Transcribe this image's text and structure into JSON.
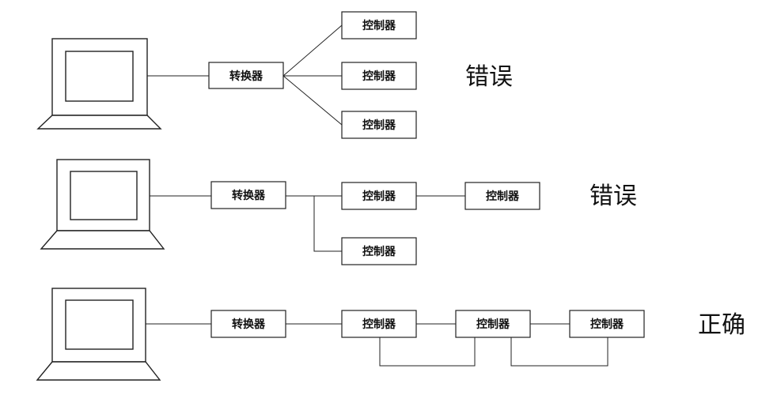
{
  "labels": {
    "converter": "转换器",
    "controller": "控制器"
  },
  "diagrams": [
    {
      "id": "star",
      "verdict": "错误"
    },
    {
      "id": "branch",
      "verdict": "错误"
    },
    {
      "id": "daisy-chain",
      "verdict": "正确"
    }
  ]
}
